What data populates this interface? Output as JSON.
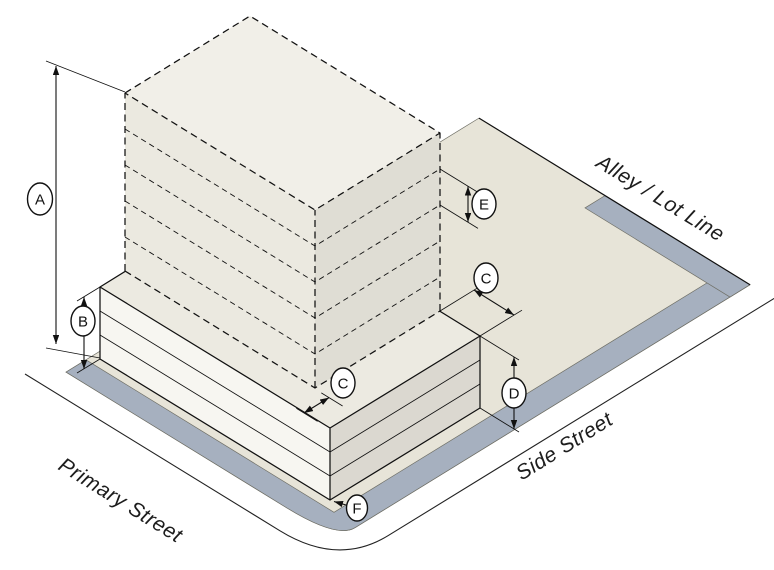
{
  "diagram": {
    "type": "isometric-zoning-massing-diagram",
    "streets": {
      "primary": "Primary Street",
      "side": "Side Street",
      "alley": "Alley / Lot Line"
    },
    "markers": {
      "a": "A",
      "b": "B",
      "c_roof_front": "C",
      "c_roof_right": "C",
      "d": "D",
      "e": "E",
      "f": "F"
    },
    "colors": {
      "lot": "#e7e4d8",
      "sidewalk": "#a6b0bf",
      "podium_left": "#f7f6f1",
      "podium_right": "#dbd8d0",
      "podium_top": "#eceae1",
      "tower_left": "#ebe9e0",
      "tower_right": "#dfddd4",
      "tower_top": "#f1efe8"
    }
  }
}
